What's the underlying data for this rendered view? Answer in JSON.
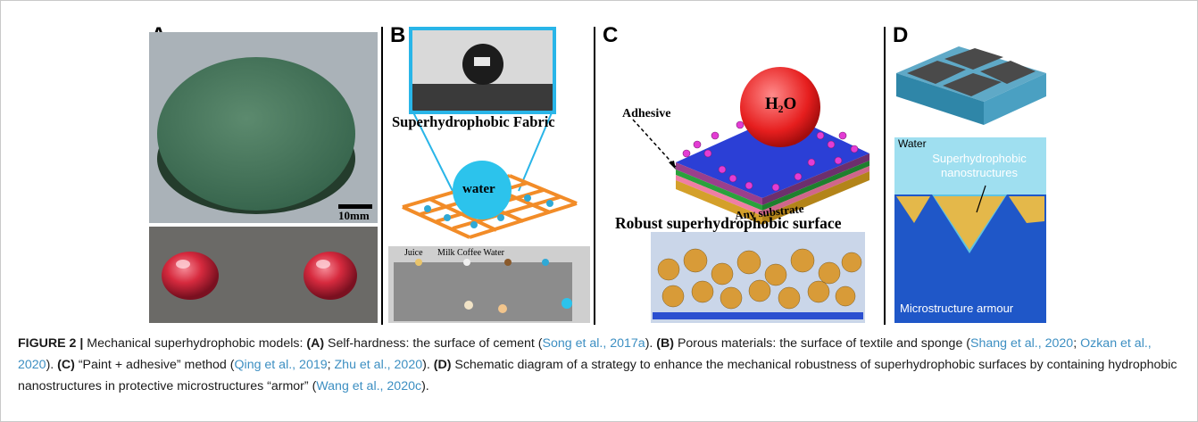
{
  "figure": {
    "panels": [
      {
        "label": "A",
        "scale_bar": "10mm"
      },
      {
        "label": "B",
        "title": "Superhydrophobic Fabric",
        "drop_label": "water",
        "liquids": [
          "Juice",
          "Milk",
          "Coffee",
          "Water"
        ]
      },
      {
        "label": "C",
        "drop_label": "H₂O",
        "adhesive": "Adhesive",
        "substrate": "Any substrate",
        "subtitle": "Robust superhydrophobic surface"
      },
      {
        "label": "D",
        "water": "Water",
        "nano1": "Superhydrophobic",
        "nano2": "nanostructures",
        "armour": "Microstructure armour"
      }
    ]
  },
  "caption": {
    "figure_label": "FIGURE 2 |",
    "intro": " Mechanical superhydrophobic models: ",
    "a_tag": "(A)",
    "a_text": " Self-hardness: the surface of cement (",
    "a_ref": "Song et al., 2017a",
    "a_end": "). ",
    "b_tag": "(B)",
    "b_text": " Porous materials: the surface of textile and sponge (",
    "b_ref1": "Shang et al., 2020",
    "b_sep": "; ",
    "b_ref2": "Ozkan et al., 2020",
    "b_end": "). ",
    "c_tag": "(C)",
    "c_text": " “Paint + adhesive” method (",
    "c_ref1": "Qing et al., 2019",
    "c_sep": "; ",
    "c_ref2": "Zhu et al., 2020",
    "c_end": "). ",
    "d_tag": "(D)",
    "d_text": " Schematic diagram of a strategy to enhance the mechanical robustness of superhydrophobic surfaces by containing hydrophobic nanostructures in protective microstructures “armor” (",
    "d_ref": "Wang et al., 2020c",
    "d_end": ")."
  }
}
